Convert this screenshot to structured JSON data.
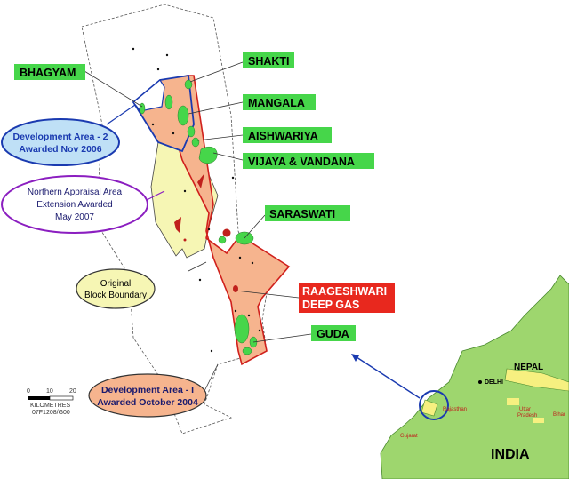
{
  "fields": {
    "bhagyam": "BHAGYAM",
    "shakti": "SHAKTI",
    "mangala": "MANGALA",
    "aishwariya": "AISHWARIYA",
    "vijaya": "VIJAYA & VANDANA",
    "saraswati": "SARASWATI",
    "raageshwari_1": "RAAGESHWARI",
    "raageshwari_2": "DEEP GAS",
    "guda": "GUDA"
  },
  "areas": {
    "dev_area_2": {
      "line1": "Development Area - 2",
      "line2": "Awarded Nov 2006"
    },
    "northern": {
      "line1": "Northern Appraisal Area",
      "line2": "Extension Awarded",
      "line3": "May 2007"
    },
    "original": {
      "line1": "Original",
      "line2": "Block Boundary"
    },
    "dev_area_1": {
      "line1": "Development Area - I",
      "line2": "Awarded October 2004"
    }
  },
  "scale": {
    "ticks": [
      "0",
      "10",
      "20"
    ],
    "unit": "KILOMETRES",
    "ref": "07F1208/G00"
  },
  "inset": {
    "country": "INDIA",
    "nepal": "NEPAL",
    "delhi": "DELHI",
    "rajasthan": "Rajasthan",
    "uttar_pradesh_1": "Uttar",
    "uttar_pradesh_2": "Pradesh",
    "bihar": "Bihar",
    "gujarat": "Gujarat"
  },
  "colors": {
    "field_label_bg": "#46d64a",
    "raageshwari_bg": "#e8281e",
    "dev_area_fill": "#f6b48e",
    "northern_fill": "#f6f6b4",
    "india_fill": "#9ed66e",
    "leader_blue": "#1a3ab0",
    "purple": "#8b1ec0"
  }
}
